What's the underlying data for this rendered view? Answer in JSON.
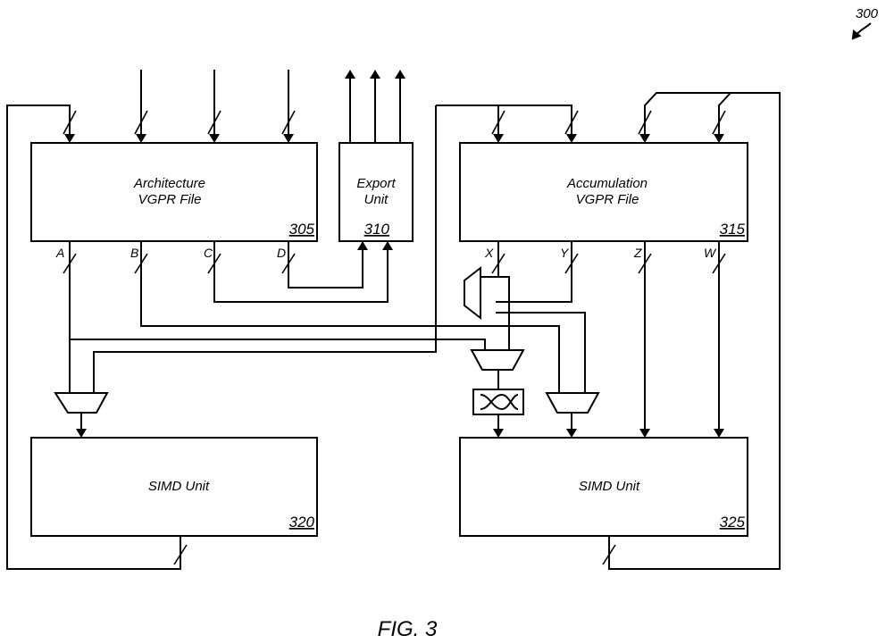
{
  "figure_ref": "300",
  "figure_caption": "FIG. 3",
  "blocks": {
    "arch_vgpr": {
      "line1": "Architecture",
      "line2": "VGPR File",
      "ref": "305"
    },
    "export_unit": {
      "line1": "Export",
      "line2": "Unit",
      "ref": "310"
    },
    "accum_vgpr": {
      "line1": "Accumulation",
      "line2": "VGPR File",
      "ref": "315"
    },
    "simd_left": {
      "label": "SIMD Unit",
      "ref": "320"
    },
    "simd_right": {
      "label": "SIMD Unit",
      "ref": "325"
    }
  },
  "ports": {
    "arch": [
      "A",
      "B",
      "C",
      "D"
    ],
    "accum": [
      "X",
      "Y",
      "Z",
      "W"
    ]
  }
}
